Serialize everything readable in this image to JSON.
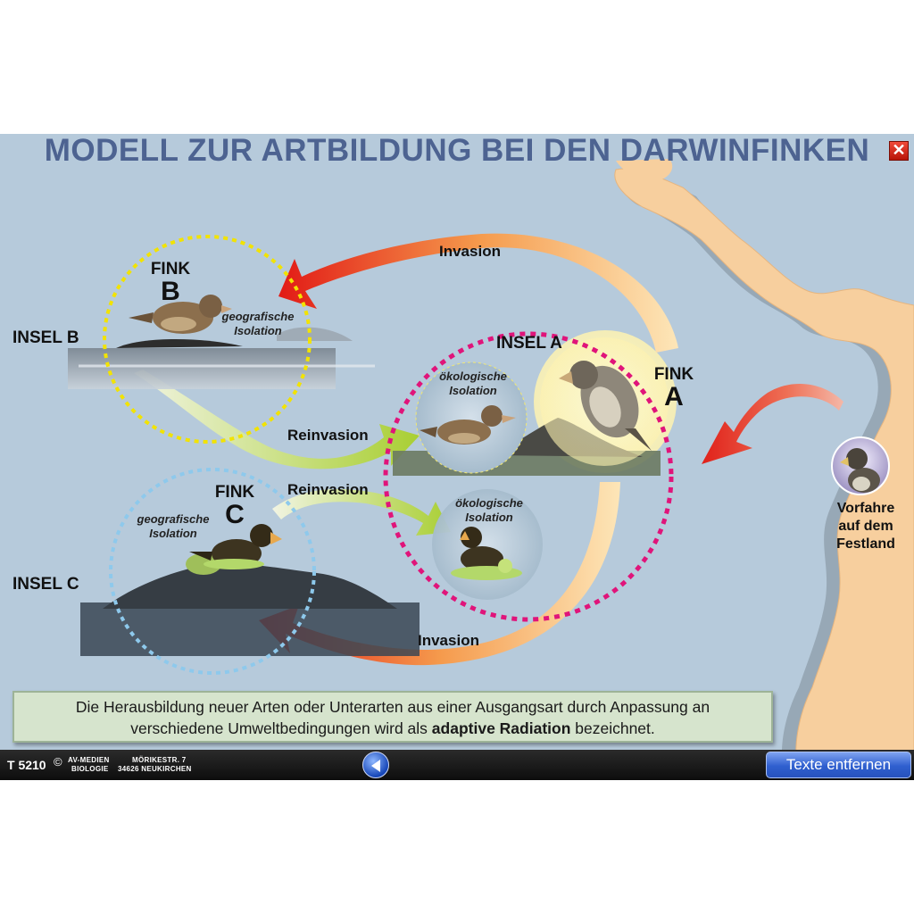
{
  "title": "MODELL ZUR ARTBILDUNG BEI DEN DARWINFINKEN",
  "close_symbol": "✕",
  "labels": {
    "invasion_top": "Invasion",
    "invasion_bottom": "Invasion",
    "reinvasion_b": "Reinvasion",
    "reinvasion_c": "Reinvasion",
    "fink_b_word": "FINK",
    "fink_b_letter": "B",
    "fink_a_word": "FINK",
    "fink_a_letter": "A",
    "fink_c_word": "FINK",
    "fink_c_letter": "C",
    "insel_b": "INSEL B",
    "insel_a": "INSEL A",
    "insel_c": "INSEL C",
    "geo_iso_b_1": "geografische",
    "geo_iso_b_2": "Isolation",
    "geo_iso_c_1": "geografische",
    "geo_iso_c_2": "Isolation",
    "oeko_iso_1_1": "ökologische",
    "oeko_iso_1_2": "Isolation",
    "oeko_iso_2_1": "ökologische",
    "oeko_iso_2_2": "Isolation",
    "vorfahre_1": "Vorfahre",
    "vorfahre_2": "auf dem",
    "vorfahre_3": "Festland"
  },
  "info": {
    "line1": "Die Herausbildung neuer Arten oder Unterarten aus einer Ausgangsart durch Anpassung an",
    "line2_pre": "verschiedene Umweltbedingungen wird als ",
    "line2_bold": "adaptive Radiation",
    "line2_post": " bezeichnet."
  },
  "footer": {
    "code": "T 5210",
    "copyright": "©",
    "pub_line1a": "AV-MEDIEN",
    "pub_line1b": "MÖRIKESTR. 7",
    "pub_line2a": "BIOLOGIE",
    "pub_line2b": "34626  NEUKIRCHEN",
    "texte_button": "Texte entfernen"
  },
  "colors": {
    "background": "#b6cadb",
    "title": "#4d6391",
    "mainland": "#f7cf9e",
    "circle_b": "#f2e300",
    "circle_a": "#e0147a",
    "circle_c": "#8ec9ec"
  },
  "icons": [
    "close-icon",
    "back-arrow-icon"
  ]
}
